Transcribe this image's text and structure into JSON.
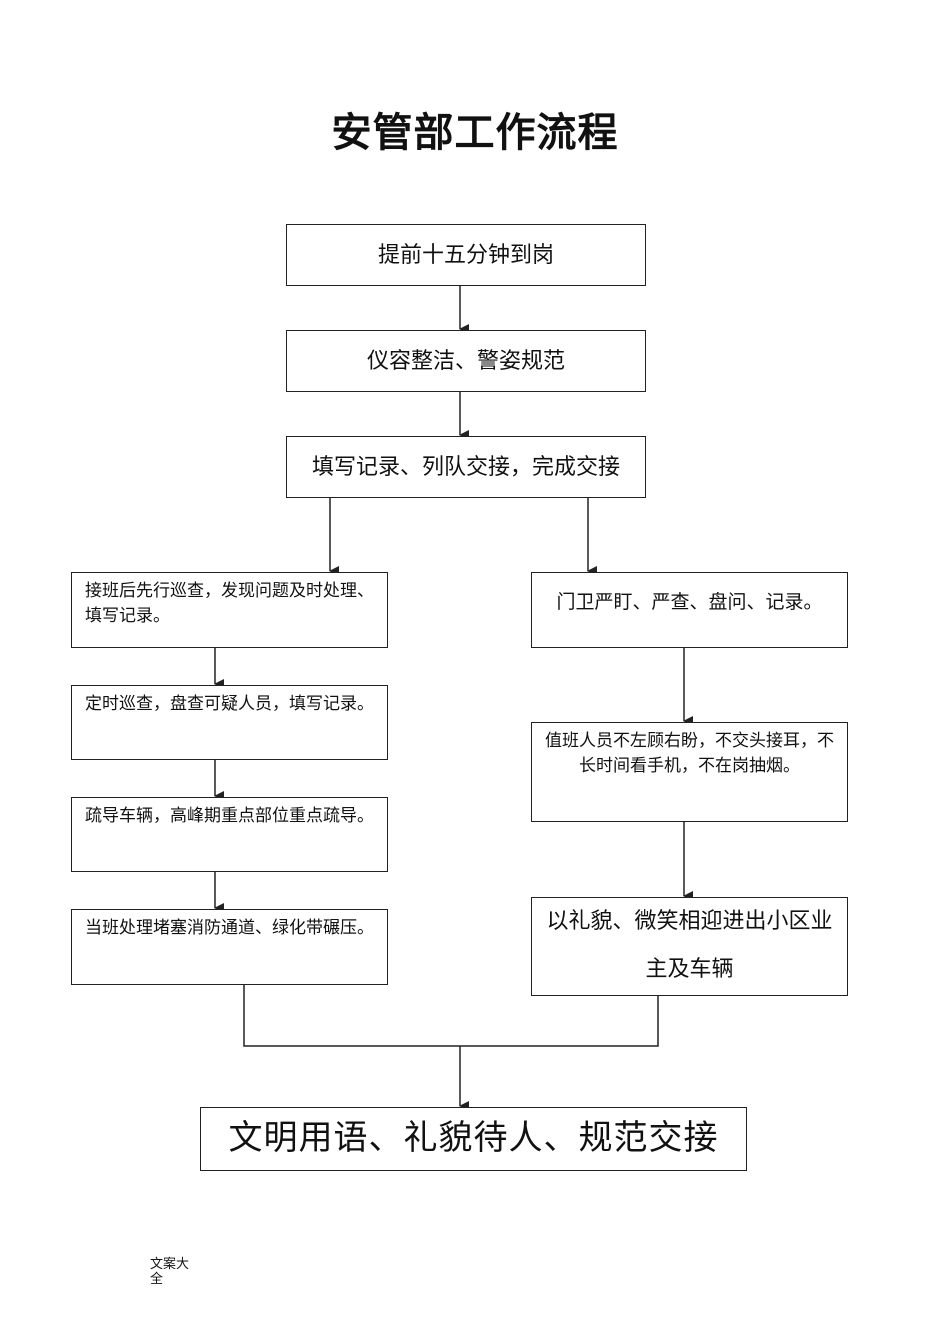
{
  "title": "安管部工作流程",
  "steps": {
    "s1": "提前十五分钟到岗",
    "s2": "仪容整洁、警姿规范",
    "s3": "填写记录、列队交接，完成交接"
  },
  "left_branch": [
    "接班后先行巡查，发现问题及时处理、填写记录。",
    "定时巡查，盘查可疑人员，填写记录。",
    "疏导车辆，高峰期重点部位重点疏导。",
    "当班处理堵塞消防通道、绿化带碾压。"
  ],
  "right_branch": [
    "门卫严盯、严查、盘问、记录。",
    "值班人员不左顾右盼，不交头接耳，不长时间看手机，不在岗抽烟。",
    "以礼貌、微笑相迎进出小区业主及车辆"
  ],
  "final": "文明用语、礼貌待人、规范交接",
  "footer": "文案大全",
  "colors": {
    "line": "#222222",
    "background": "#ffffff"
  }
}
